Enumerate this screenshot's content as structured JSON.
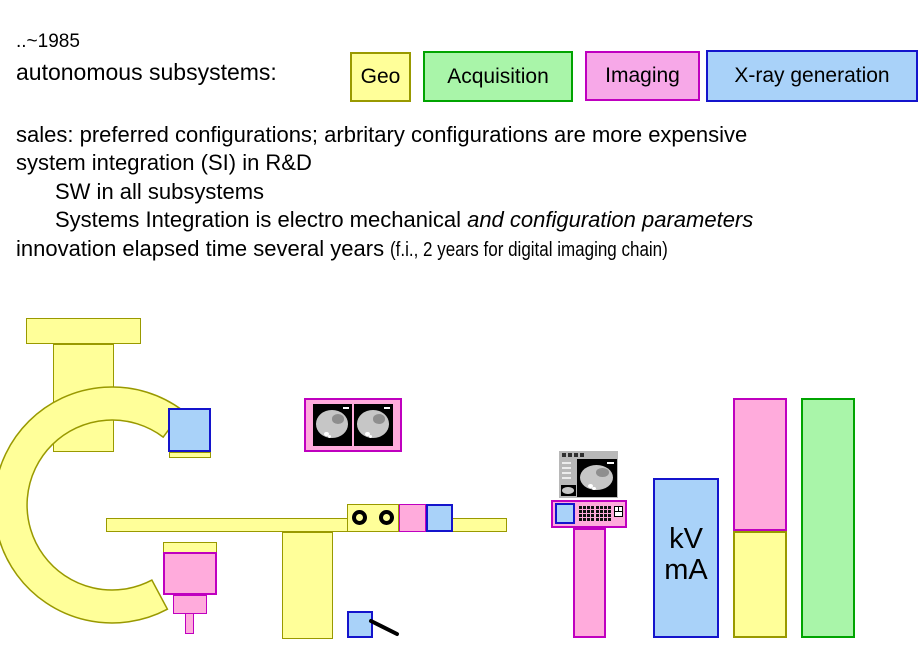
{
  "header": {
    "era": "..~1985",
    "subtitle": "autonomous subsystems:"
  },
  "legend": [
    {
      "label": "Geo",
      "color_key": "yellow"
    },
    {
      "label": "Acquisition",
      "color_key": "green"
    },
    {
      "label": "Imaging",
      "color_key": "imaging_pink"
    },
    {
      "label": "X-ray generation",
      "color_key": "blue"
    }
  ],
  "paragraph": {
    "line1": "sales: preferred configurations; arbritary configurations are more expensive",
    "line2": "system integration (SI) in R&D",
    "line3": "SW in all subsystems",
    "line4_regular": "Systems Integration is electro mechanical ",
    "line4_italic": "and configuration parameters",
    "line5_regular": "innovation elapsed time several years ",
    "line5_small": "(f.i., 2 years for digital imaging chain)"
  },
  "generator": {
    "kv": "kV",
    "ma": "mA"
  },
  "colors": {
    "yellow_fill": "#FFFF99",
    "yellow_border": "#999900",
    "green_fill": "#A9F5A9",
    "green_border": "#00A400",
    "pink_fill": "#FFABDC",
    "pink_border": "#BF00BF",
    "imaging_fill": "#F7A8E8",
    "blue_fill": "#A9D2F9",
    "blue_border": "#1414CC",
    "bezel_gray": "#B8B8B8",
    "screen_black": "#000000"
  }
}
